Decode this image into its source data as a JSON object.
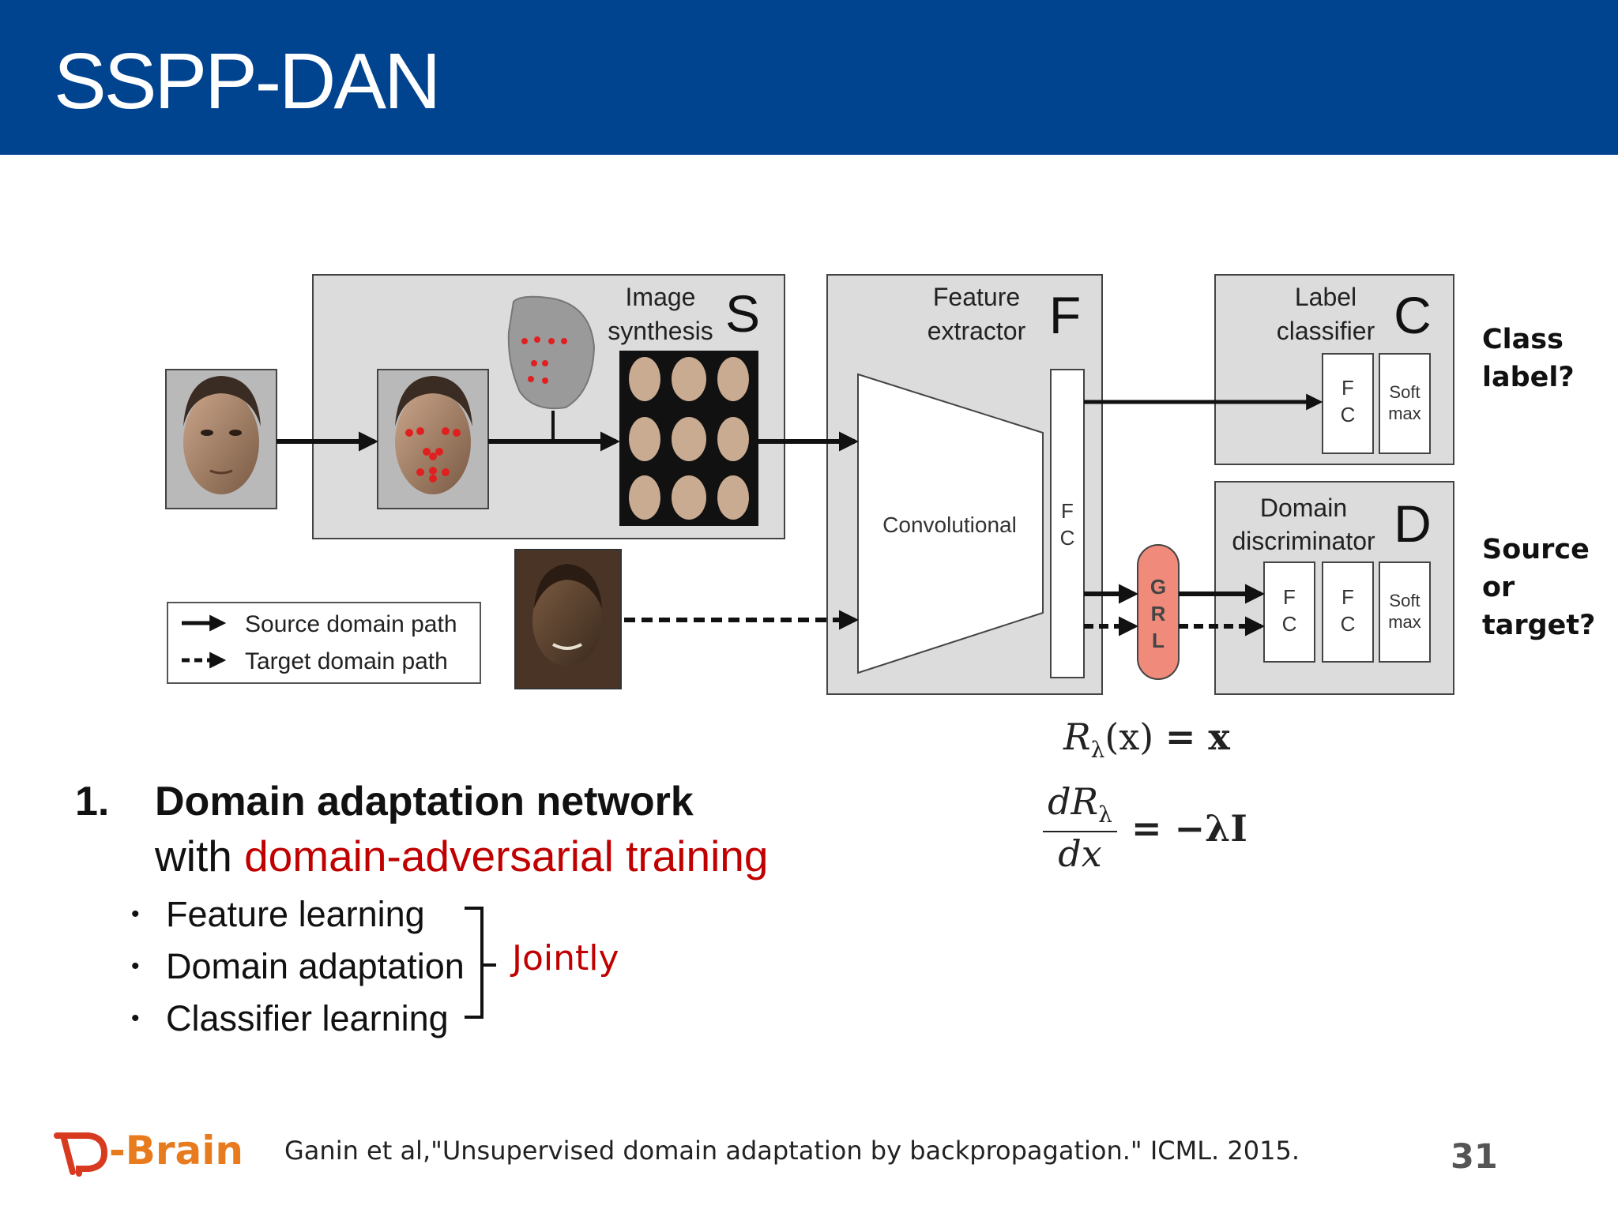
{
  "slide": {
    "title": "SSPP-DAN",
    "page_number": "31",
    "citation": "Ganin et al,\"Unsupervised domain adaptation by backpropagation.\" ICML. 2015.",
    "logo_text": "-Brain"
  },
  "diagram": {
    "image_synthesis": {
      "label_line1": "Image",
      "label_line2": "synthesis",
      "letter": "S"
    },
    "feature_extractor": {
      "label_line1": "Feature",
      "label_line2": "extractor",
      "letter": "F",
      "conv_label": "Convolutional",
      "fc_line1": "F",
      "fc_line2": "C"
    },
    "label_classifier": {
      "label_line1": "Label",
      "label_line2": "classifier",
      "letter": "C",
      "fc_line1": "F",
      "fc_line2": "C",
      "soft_line1": "Soft",
      "soft_line2": "max"
    },
    "domain_discriminator": {
      "label_line1": "Domain",
      "label_line2": "discriminator",
      "letter": "D",
      "fc1_line1": "F",
      "fc1_line2": "C",
      "fc2_line1": "F",
      "fc2_line2": "C",
      "soft_line1": "Soft",
      "soft_line2": "max"
    },
    "grl": {
      "g": "G",
      "r": "R",
      "l": "L",
      "color": "#f08a7a"
    },
    "legend": {
      "source": "Source domain path",
      "target": "Target domain path"
    },
    "side_labels": {
      "class": "Class\nlabel?",
      "source": "Source\nor\ntarget?"
    }
  },
  "equations": {
    "eq1_R": "R",
    "eq1_sub": "λ",
    "eq1_arg": "(x)",
    "eq1_rhs": "= x",
    "eq2_num": "dR",
    "eq2_num_sub": "λ",
    "eq2_den": "dx",
    "eq2_rhs": "= −λI"
  },
  "content": {
    "number": "1.",
    "heading_bold": "Domain adaptation network",
    "heading_plain": "with ",
    "heading_accent": "domain-adversarial training",
    "bullets": [
      "Feature learning",
      "Domain adaptation",
      "Classifier learning"
    ],
    "jointly": "Jointly"
  },
  "colors": {
    "header_bg": "#00438f",
    "accent_red": "#c00000",
    "logo_orange": "#e87b1e",
    "box_gray": "#dcdcdc"
  }
}
